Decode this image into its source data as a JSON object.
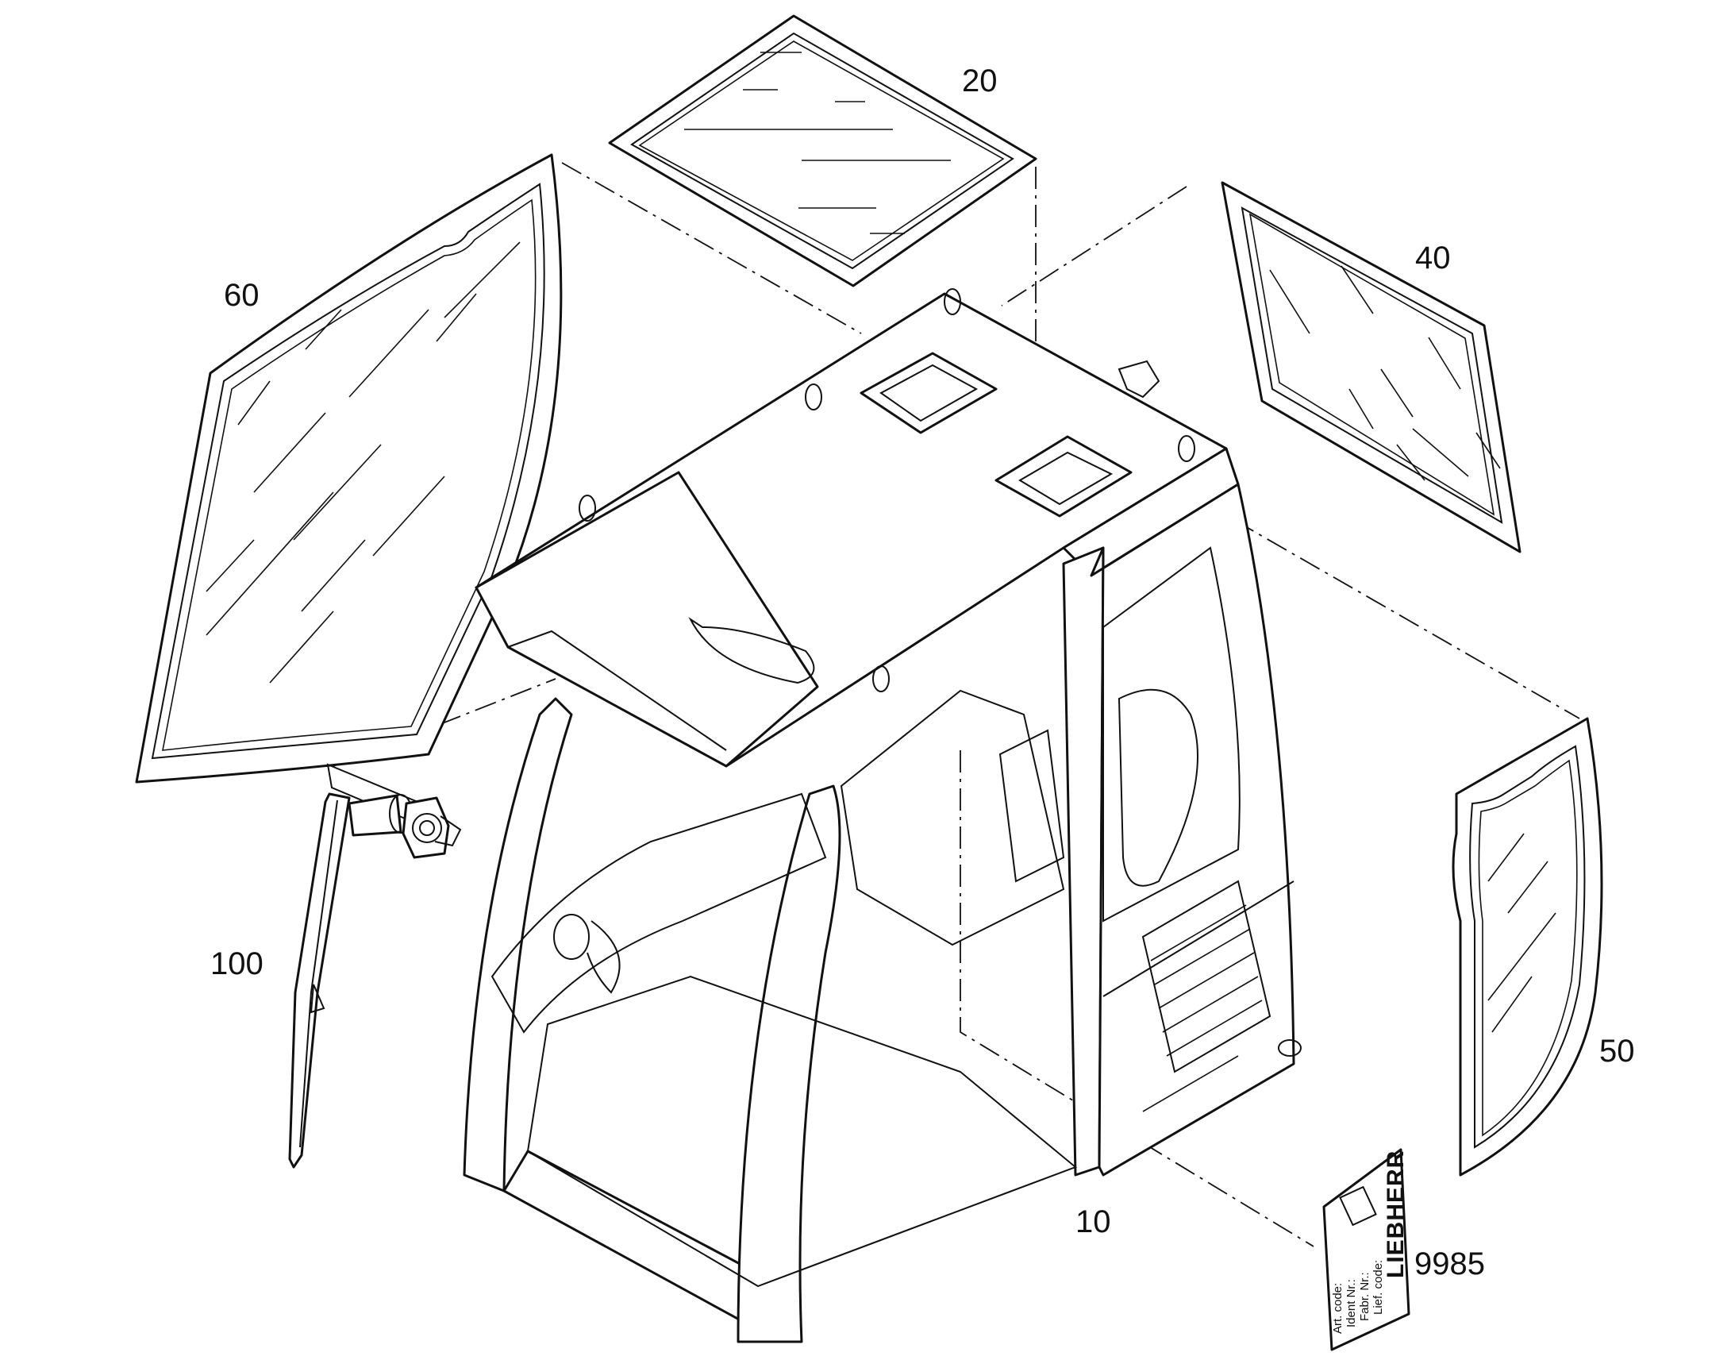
{
  "callouts": {
    "c10": "10",
    "c20": "20",
    "c40": "40",
    "c50": "50",
    "c60": "60",
    "c100": "100",
    "c9985": "9985"
  },
  "label_card": {
    "lines": [
      "Art. code:",
      "Ident Nr.:",
      "Fabr. Nr.:",
      "Lief. code:"
    ],
    "logo": "LIEBHERR"
  }
}
